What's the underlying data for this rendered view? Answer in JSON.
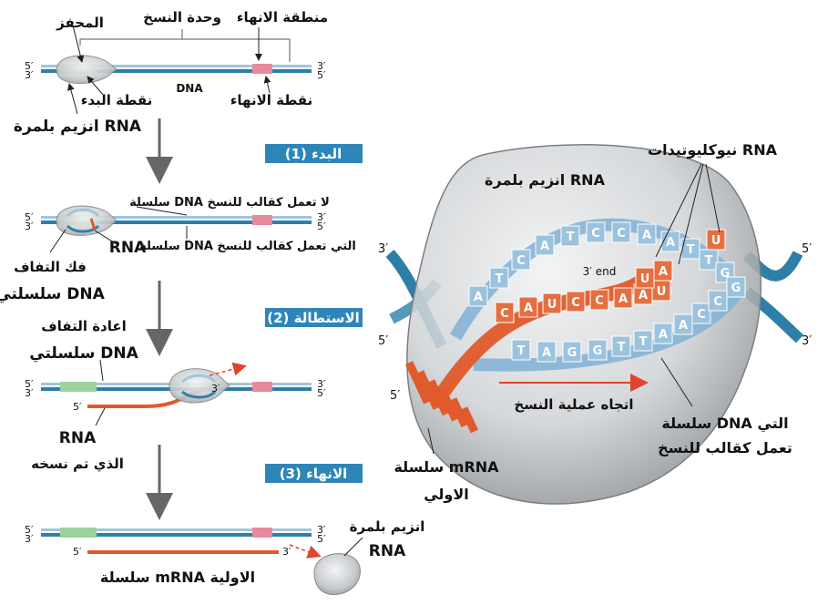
{
  "colors": {
    "dna_blue": "#2e7fa8",
    "dna_light": "#9fc6df",
    "rna_orange": "#e05a2b",
    "promoter_green": "#9bd39a",
    "terminator_pink": "#e8899c",
    "step_box": "#2e86b8",
    "polymerase_gray": "#c9ccd0"
  },
  "top": {
    "promoter": "المحفز",
    "transcription_unit": "وحدة النسخ",
    "termination_region": "منطقة الانهاء",
    "start_point": "نقطة البدء",
    "dna": "DNA",
    "termination_point": "نقطة الانهاء",
    "rna_polymerase": "انزيم بلمرة RNA",
    "end_5": "5′",
    "end_3": "3′"
  },
  "steps": [
    {
      "label": "(1) البدء"
    },
    {
      "label": "(2) الاستطالة"
    },
    {
      "label": "(3) الانهاء"
    }
  ],
  "initiation": {
    "nontemplate": "سلسلة DNA لا تعمل كقالب للنسخ",
    "template": "سلسلة DNA التي تعمل كقالب للنسخ",
    "rna": "RNA",
    "unwind_1": "فك التفاف",
    "unwind_2": "سلسلتي DNA"
  },
  "elongation": {
    "rewind_1": "اعادة التفاف",
    "rewind_2": "سلسلتي DNA",
    "transcribed_1": "RNA",
    "transcribed_2": "الذي تم نسخه",
    "end_5": "5′",
    "end_3": "3′"
  },
  "termination": {
    "polymerase_1": "انزيم بلمرة",
    "polymerase_2": "RNA",
    "primary_mrna": "سلسلة mRNA الاولية",
    "end_5": "5′",
    "end_3": "3′"
  },
  "zoom": {
    "polymerase": "انزيم بلمرة RNA",
    "nucleotides": "نيوكليوتيدات RNA",
    "end3": "3′ end",
    "direction": "اتجاه عملية النسخ",
    "template_1": "سلسلة DNA التي",
    "template_2": "تعمل كقالب للنسخ",
    "mrna_1": "سلسلة mRNA",
    "mrna_2": "الاولي",
    "top_bases": [
      "A",
      "T",
      "C",
      "A",
      "T",
      "C",
      "C",
      "A",
      "A",
      "T",
      "T",
      "G",
      "G"
    ],
    "bottom_bases": [
      "T",
      "A",
      "G",
      "G",
      "T",
      "T",
      "A",
      "A",
      "C",
      "C"
    ],
    "rna_bases": [
      "C",
      "A",
      "U",
      "C",
      "C",
      "A",
      "A",
      "U"
    ],
    "free_nucleotides": [
      "U",
      "A",
      "U"
    ],
    "end_3_left": "3′",
    "end_5_right": "5′",
    "end_5_left": "5′",
    "end_3_right": "3′",
    "end_5_mrna": "5′"
  }
}
